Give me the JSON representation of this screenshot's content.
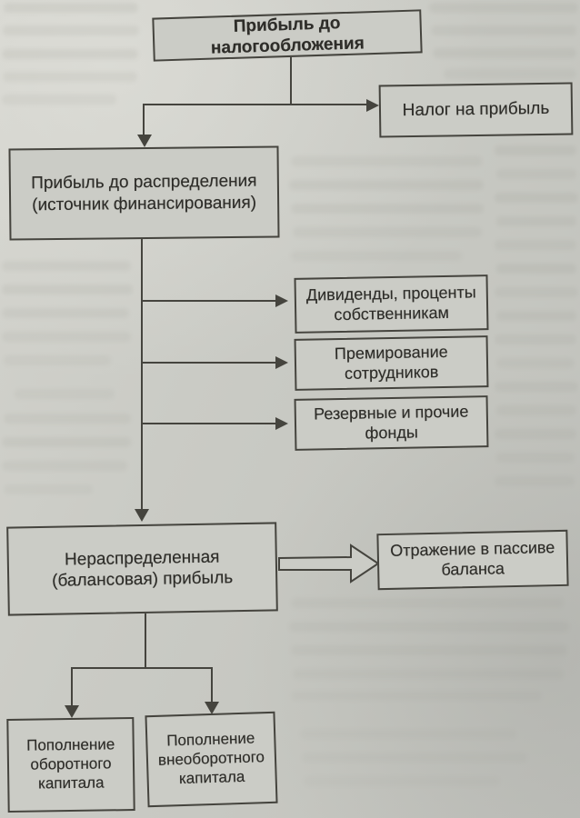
{
  "page": {
    "kind": "scanned-book-flowchart",
    "colors": {
      "page_background": "#cacbc5",
      "box_border": "#45443e",
      "text": "#2e2d29",
      "arrow": "#45443e"
    }
  },
  "diagram": {
    "nodes": {
      "pretax": {
        "label": "Прибыль до налогообложения"
      },
      "tax": {
        "label": "Налог на прибыль"
      },
      "distribution": {
        "label": "Прибыль до распределения (источник финансирования)"
      },
      "dividends": {
        "label": "Дивиденды, проценты собственникам"
      },
      "bonus": {
        "label": "Премирование сотрудников"
      },
      "reserve": {
        "label": "Резервные и прочие фонды"
      },
      "retained": {
        "label": "Нераспределенная (балансовая) прибыль"
      },
      "balance": {
        "label": "Отражение в пассиве баланса"
      },
      "working": {
        "label": "Пополнение оборотного капитала"
      },
      "noncurrent": {
        "label": "Пополнение внеоборотного капитала"
      }
    }
  }
}
